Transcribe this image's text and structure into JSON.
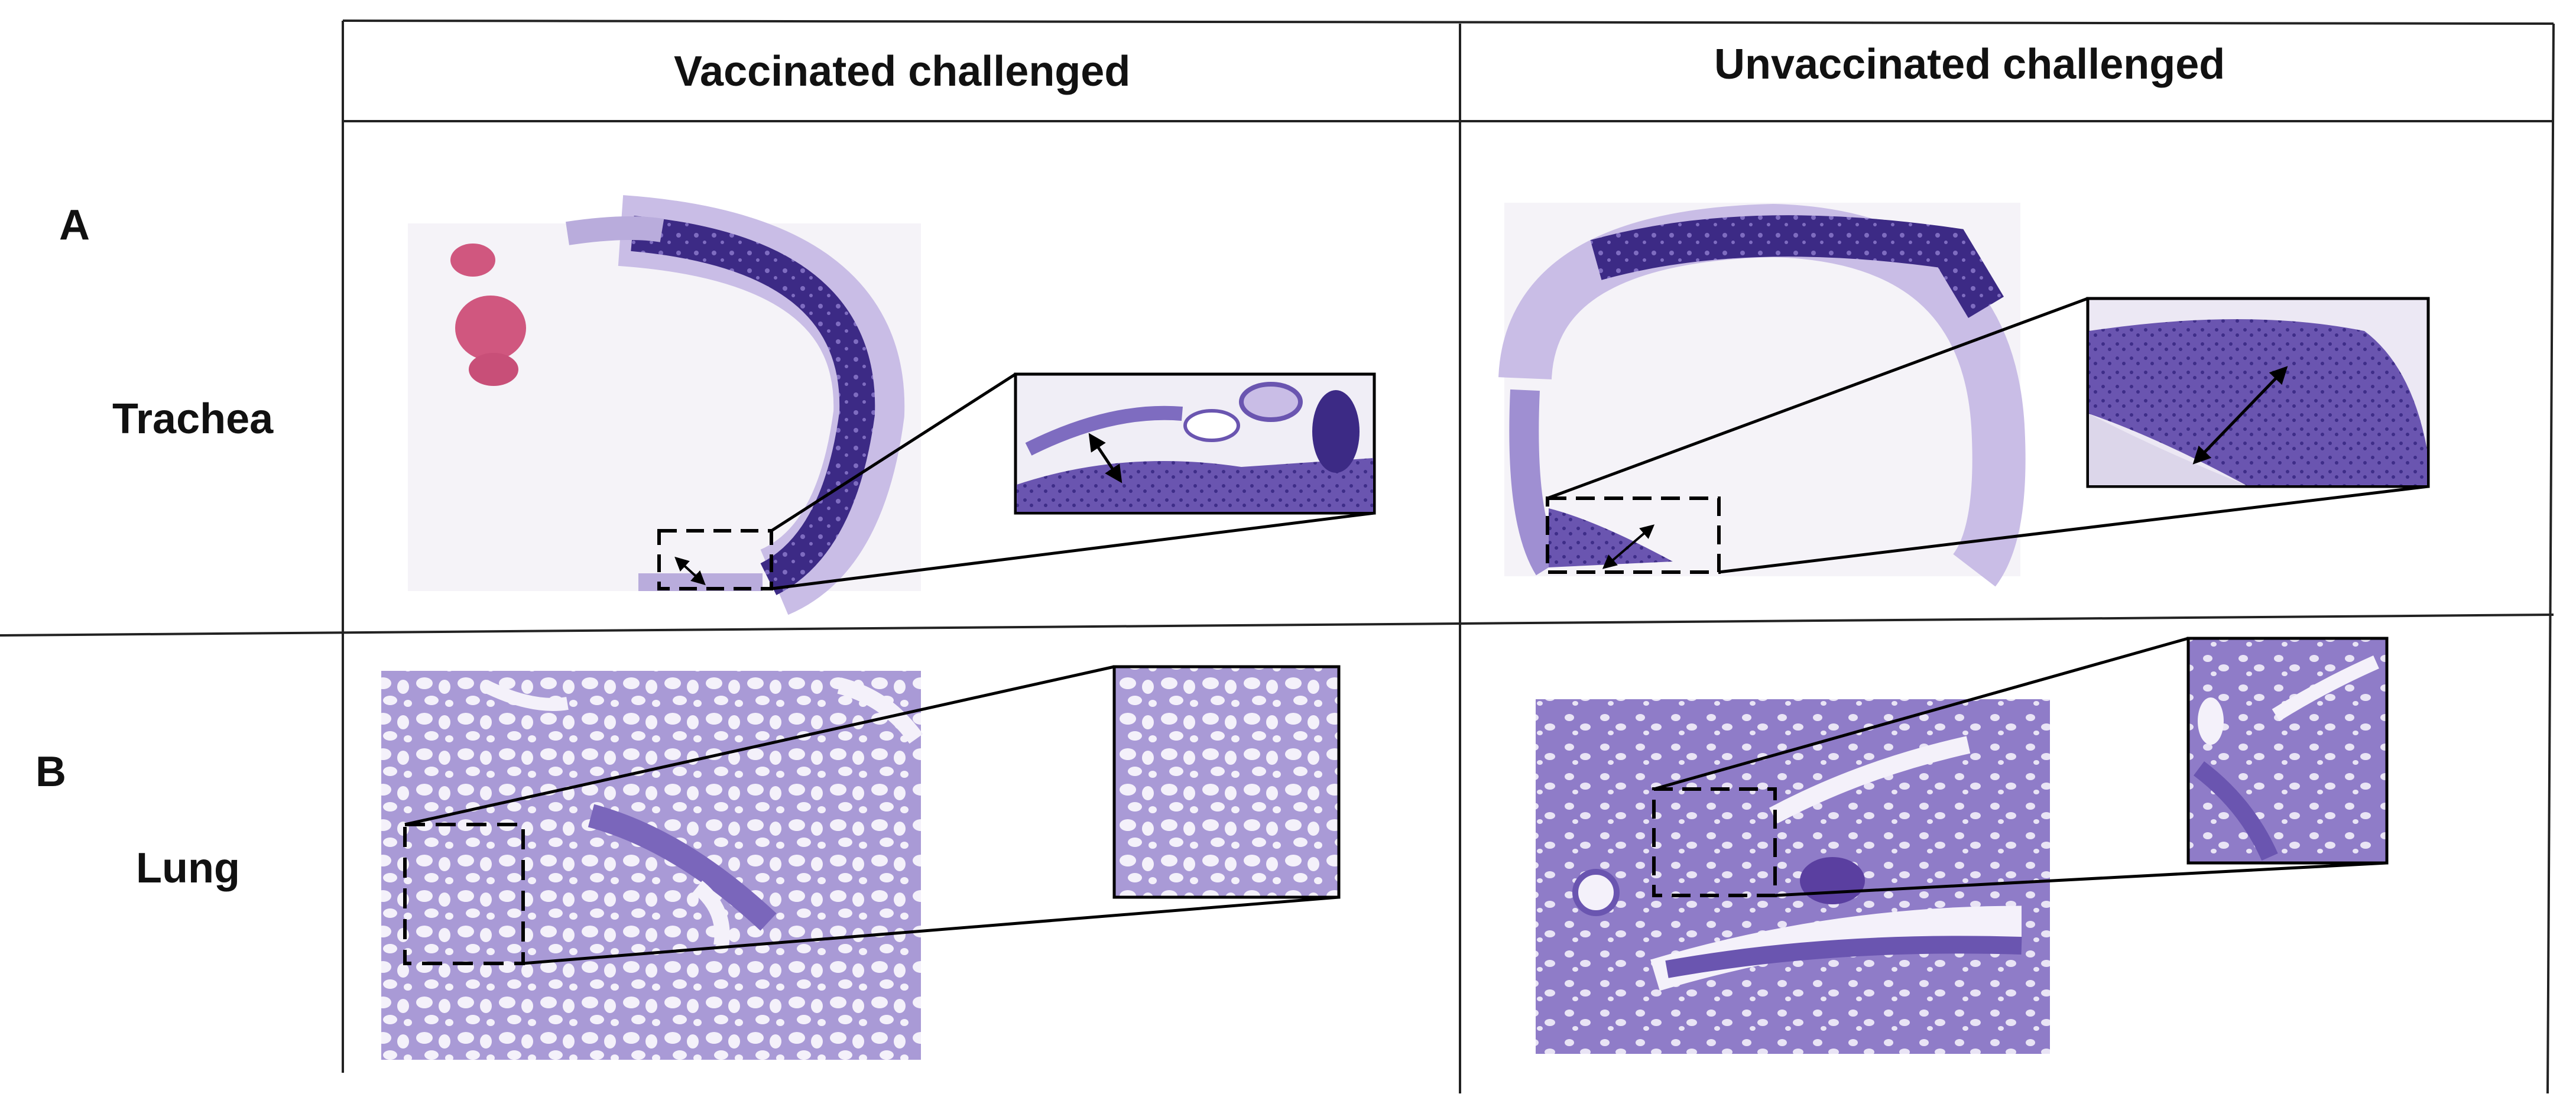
{
  "columns": [
    {
      "label": "Vaccinated challenged"
    },
    {
      "label": "Unvaccinated challenged"
    }
  ],
  "rows": [
    {
      "letter": "A",
      "label": "Trachea"
    },
    {
      "letter": "B",
      "label": "Lung"
    }
  ],
  "colors": {
    "stain_purple": "#5a3fa0",
    "stain_light": "#c9bde6",
    "stain_pink": "#d0577f",
    "tissue_bg": "#f4f2f7",
    "grid_line": "#222222"
  }
}
